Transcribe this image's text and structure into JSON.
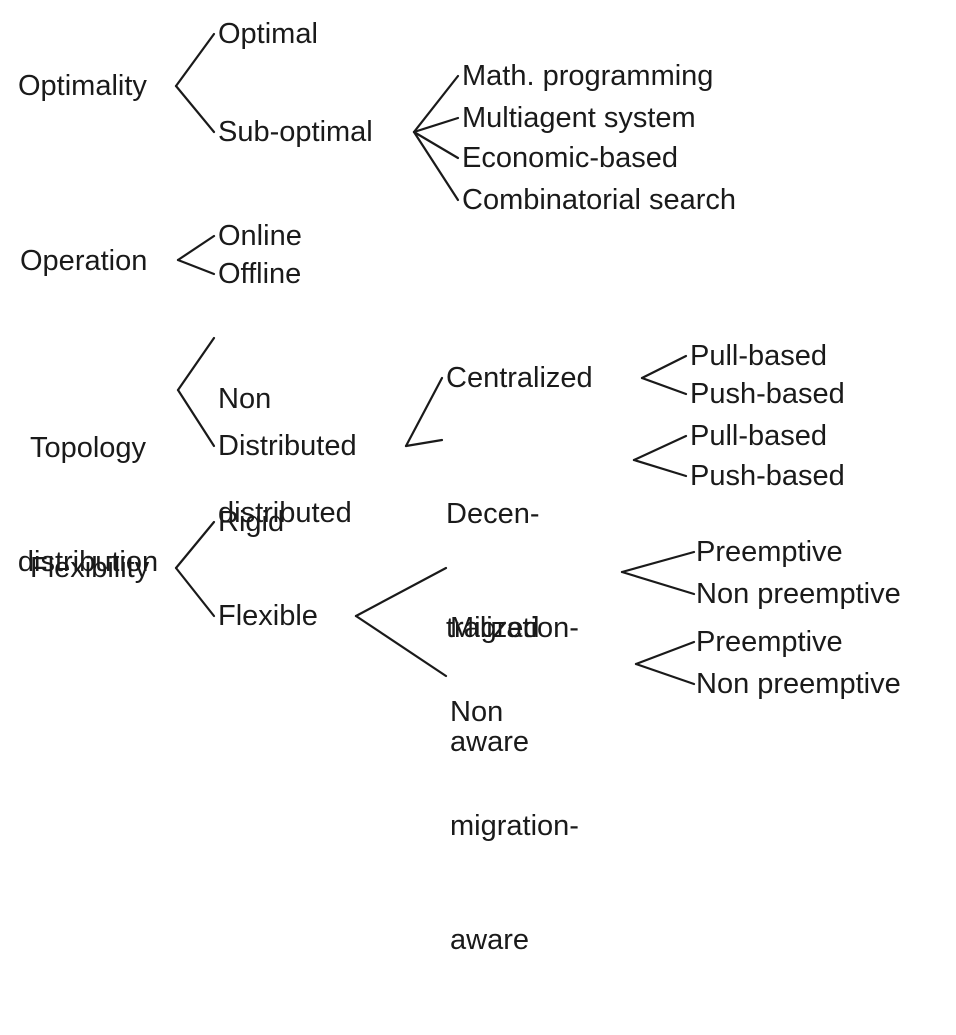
{
  "diagram": {
    "optimality": {
      "label": "Optimality",
      "optimal": "Optimal",
      "sub_optimal": "Sub-optimal",
      "methods": [
        "Math. programming",
        "Multiagent system",
        "Economic-based",
        "Combinatorial search"
      ]
    },
    "operation": {
      "label": "Operation",
      "online": "Online",
      "offline": "Offline"
    },
    "topology": {
      "label_line1": "Topology",
      "label_line2": "distribution",
      "non_distributed_line1": "Non",
      "non_distributed_line2": "distributed",
      "distributed": "Distributed",
      "centralized": "Centralized",
      "centralized_children": [
        "Pull-based",
        "Push-based"
      ],
      "decentralized_line1": "Decen-",
      "decentralized_line2": "tralized",
      "decentralized_children": [
        "Pull-based",
        "Push-based"
      ]
    },
    "flexibility": {
      "label": "Flexibility",
      "rigid": "Rigid",
      "flexible": "Flexible",
      "migration_aware_line1": "Migration-",
      "migration_aware_line2": "aware",
      "migration_aware_children": [
        "Preemptive",
        "Non preemptive"
      ],
      "non_migration_line1": "Non",
      "non_migration_line2": "migration-",
      "non_migration_line3": "aware",
      "non_migration_children": [
        "Preemptive",
        "Non preemptive"
      ]
    }
  }
}
